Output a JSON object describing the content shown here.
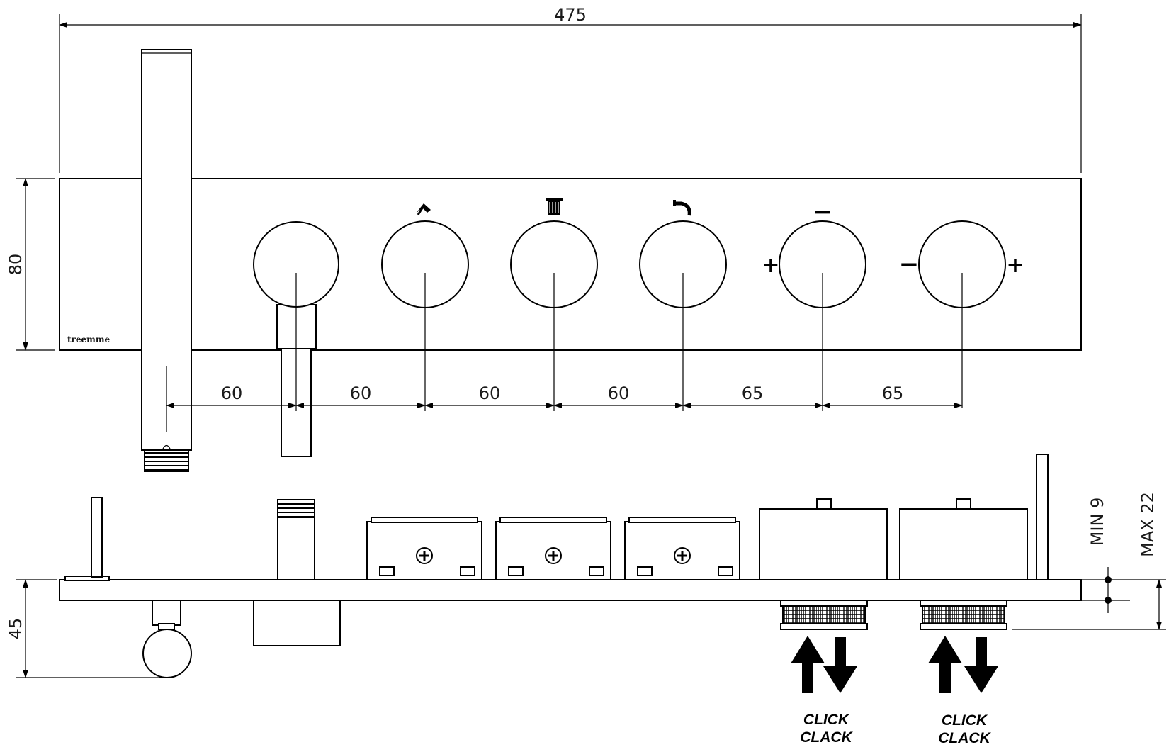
{
  "brand": "treemme",
  "dimensions": {
    "overall_width": "475",
    "plate_height": "80",
    "depth": "45",
    "min_protrusion": "MIN  9",
    "max_protrusion": "MAX 22",
    "spacings": [
      "60",
      "60",
      "60",
      "60",
      "65",
      "65"
    ]
  },
  "controls": [
    {
      "name": "diverter-lever",
      "symbol": ""
    },
    {
      "name": "hand-shower-valve",
      "symbol": "hand-shower-icon"
    },
    {
      "name": "overhead-shower-valve",
      "symbol": "overhead-shower-icon"
    },
    {
      "name": "spout-valve",
      "symbol": "spout-icon"
    },
    {
      "name": "thermostat-knob-1",
      "left_sign": "+",
      "top_sign": "−"
    },
    {
      "name": "thermostat-knob-2",
      "left_sign": "−",
      "right_sign": "+"
    }
  ],
  "click_labels": [
    {
      "line1": "CLICK",
      "line2": "CLACK"
    },
    {
      "line1": "CLICK",
      "line2": "CLACK"
    }
  ]
}
